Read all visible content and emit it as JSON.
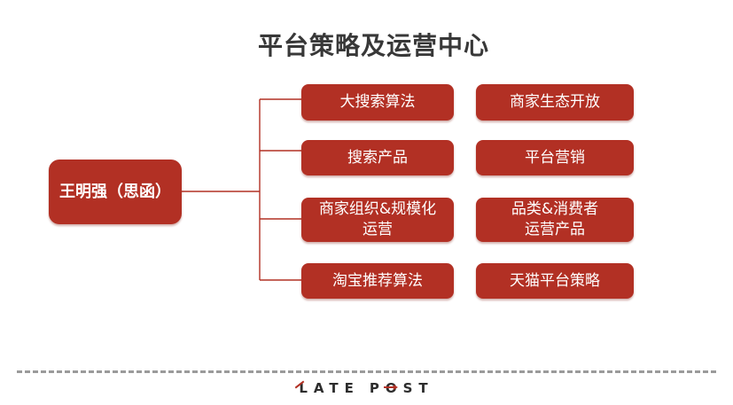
{
  "title": "平台策略及运营中心",
  "org": {
    "root": {
      "label": "王明强（思函）"
    },
    "connected_children": [
      {
        "label": "大搜索算法"
      },
      {
        "label": "搜索产品"
      },
      {
        "label": "商家组织&规模化\n运营"
      },
      {
        "label": "淘宝推荐算法"
      }
    ],
    "side_nodes": [
      {
        "label": "商家生态开放"
      },
      {
        "label": "平台营销"
      },
      {
        "label": "品类&消费者\n运营产品"
      },
      {
        "label": "天猫平台策略"
      }
    ]
  },
  "footer": {
    "logo": {
      "part1": "L",
      "part2": "ATE",
      "part3": "P",
      "part4": "O",
      "part5": "ST"
    }
  },
  "colors": {
    "box_red": "#B23024",
    "connector_red": "#B23024",
    "title_dark": "#383838",
    "rule_gray": "#9B9B9B",
    "logo_dark": "#2D2D2D",
    "logo_accent_red": "#B23024"
  }
}
